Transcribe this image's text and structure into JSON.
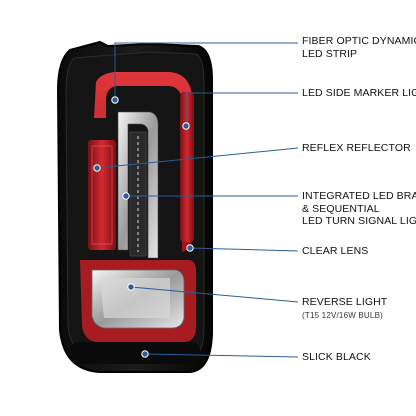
{
  "accent_color": "#2a5d99",
  "callouts": [
    {
      "lines": [
        "FIBER OPTIC DYNAMIC",
        "LED STRIP"
      ]
    },
    {
      "lines": [
        "LED SIDE MARKER LIGHT"
      ]
    },
    {
      "lines": [
        "REFLEX REFLECTOR"
      ]
    },
    {
      "lines": [
        "INTEGRATED LED BRAKE",
        "& SEQUENTIAL",
        "LED TURN SIGNAL LIGHT"
      ]
    },
    {
      "lines": [
        "CLEAR LENS"
      ]
    },
    {
      "lines": [
        "REVERSE LIGHT"
      ],
      "sub": "(T15 12V/16W BULB)"
    },
    {
      "lines": [
        "SLICK BLACK"
      ]
    }
  ]
}
